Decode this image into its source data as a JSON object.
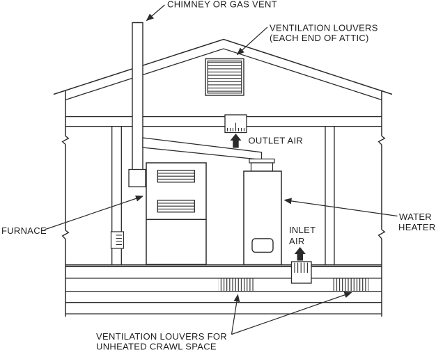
{
  "diagram": {
    "type": "technical-line-drawing",
    "subject": "house cross-section showing combustion air and venting for furnace and water heater",
    "colors": {
      "line": "#2b2a2a",
      "text": "#1f1e1e",
      "background": "#ffffff"
    },
    "labels": {
      "chimney": "CHIMNEY OR GAS VENT",
      "attic_louvers_1": "VENTILATION LOUVERS",
      "attic_louvers_2": "(EACH END OF ATTIC)",
      "outlet_air": "OUTLET AIR",
      "furnace": "FURNACE",
      "water_heater_1": "WATER",
      "water_heater_2": "HEATER",
      "inlet_air_1": "INLET",
      "inlet_air_2": "AIR",
      "crawl_louvers_1": "VENTILATION LOUVERS FOR",
      "crawl_louvers_2": "UNHEATED CRAWL SPACE"
    }
  }
}
